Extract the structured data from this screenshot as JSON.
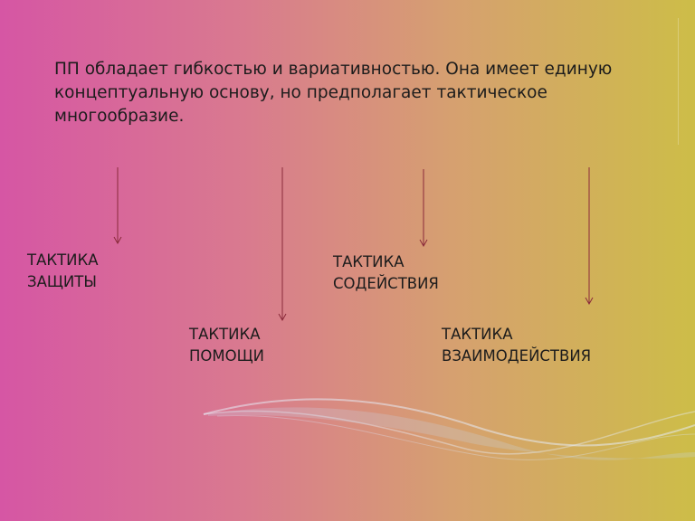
{
  "slide": {
    "statement": "ПП обладает гибкостью и вариативностью. Она имеет единую концептуальную основу, но предполагает тактическое многообразие.",
    "tactics": [
      {
        "line1": "ТАКТИКА",
        "line2": "ЗАЩИТЫ"
      },
      {
        "line1": "ТАКТИКА",
        "line2": "ПОМОЩИ"
      },
      {
        "line1": "ТАКТИКА",
        "line2": "СОДЕЙСТВИЯ"
      },
      {
        "line1": "ТАКТИКА",
        "line2": "ВЗАИМОДЕЙСТВИЯ"
      }
    ]
  },
  "colors": {
    "background_start": "#d656a4",
    "background_end": "#cdbd48",
    "text": "#1c1c1c",
    "arrow": "#8a2a3a"
  }
}
